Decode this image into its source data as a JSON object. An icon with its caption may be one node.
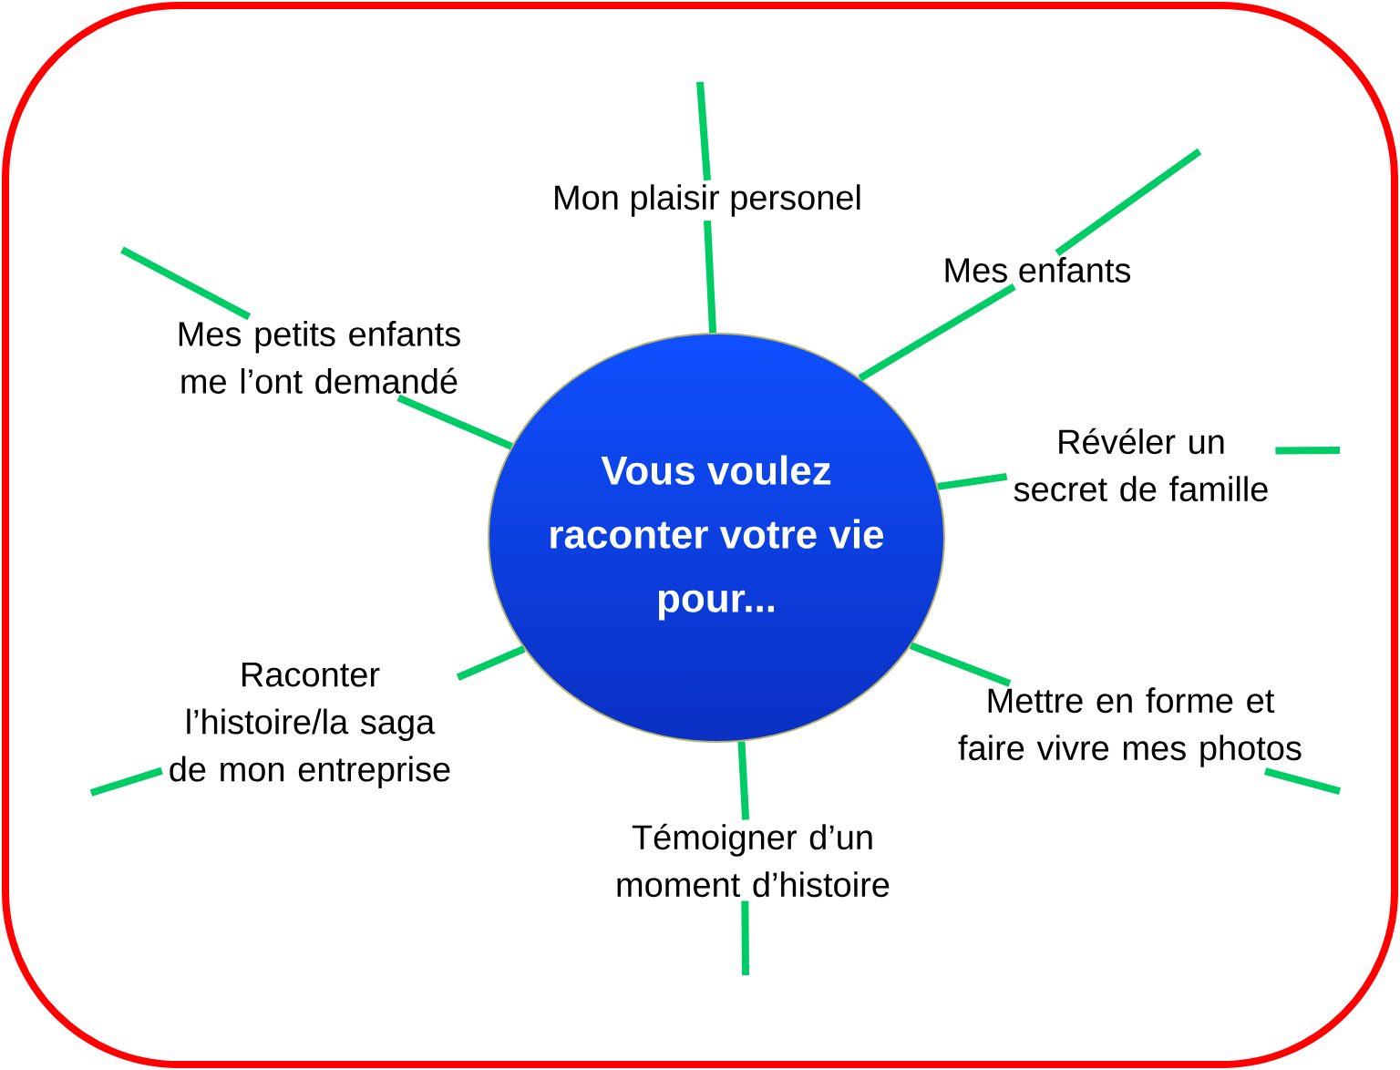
{
  "diagram": {
    "nodes": [
      {
        "text": [
          "Vous voulez raconter votre vie pour..."
        ]
      },
      {
        "text": [
          "Mon plaisir personel"
        ]
      },
      {
        "text": [
          "Mes enfants"
        ]
      },
      {
        "text": [
          "Mes petits enfants me l’ont demandé"
        ]
      },
      {
        "text": [
          "Révéler un secret de famille"
        ]
      },
      {
        "text": [
          "Raconter l’histoire/la saga de mon entreprise"
        ]
      },
      {
        "text": [
          "Mettre en forme et faire vivre mes photos"
        ]
      },
      {
        "text": [
          "Témoigner d’un moment d’histoire"
        ]
      }
    ],
    "edges": [
      {
        "from": 0,
        "to": 1,
        "arrow": "none"
      },
      {
        "from": 1,
        "to": null,
        "arrow": "none"
      },
      {
        "from": 0,
        "to": 2,
        "arrow": "none"
      },
      {
        "from": 2,
        "to": null,
        "arrow": "none"
      },
      {
        "from": 0,
        "to": 3,
        "arrow": "none"
      },
      {
        "from": 3,
        "to": null,
        "arrow": "none"
      },
      {
        "from": 0,
        "to": 4,
        "arrow": "none"
      },
      {
        "from": 4,
        "to": null,
        "arrow": "none"
      },
      {
        "from": 0,
        "to": 5,
        "arrow": "none"
      },
      {
        "from": 5,
        "to": null,
        "arrow": "none"
      },
      {
        "from": 0,
        "to": 6,
        "arrow": "none"
      },
      {
        "from": 6,
        "to": null,
        "arrow": "none"
      },
      {
        "from": 0,
        "to": 7,
        "arrow": "none"
      },
      {
        "from": 7,
        "to": null,
        "arrow": "none"
      }
    ]
  }
}
